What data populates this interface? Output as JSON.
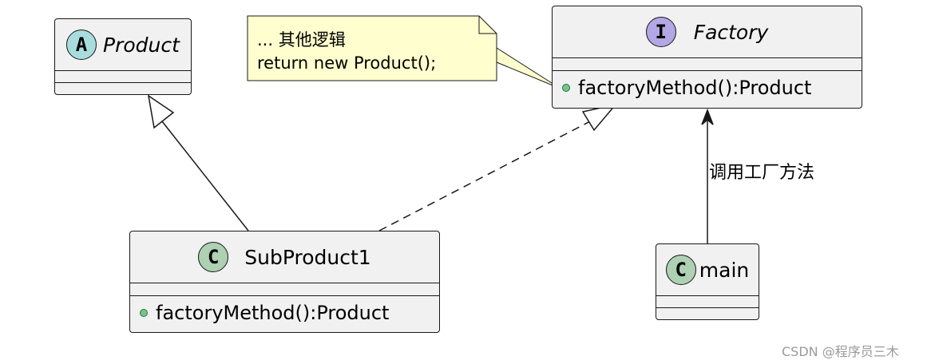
{
  "classes": {
    "product": {
      "stereotype": "A",
      "name": "Product",
      "stereo_color": "#a9dcdf"
    },
    "factory": {
      "stereotype": "I",
      "name": "Factory",
      "stereo_color": "#b4a7e5",
      "method": "factoryMethod():Product"
    },
    "subproduct1": {
      "stereotype": "C",
      "name": "SubProduct1",
      "stereo_color": "#add1b2",
      "method": "factoryMethod():Product"
    },
    "main": {
      "stereotype": "C",
      "name": "main",
      "stereo_color": "#add1b2"
    }
  },
  "note": {
    "line1": "... 其他逻辑",
    "line2": "return new Product();",
    "fill_color": "#fefece"
  },
  "edges": {
    "main_to_factory_label": "调用工厂方法"
  },
  "watermark": "CSDN @程序员三木"
}
